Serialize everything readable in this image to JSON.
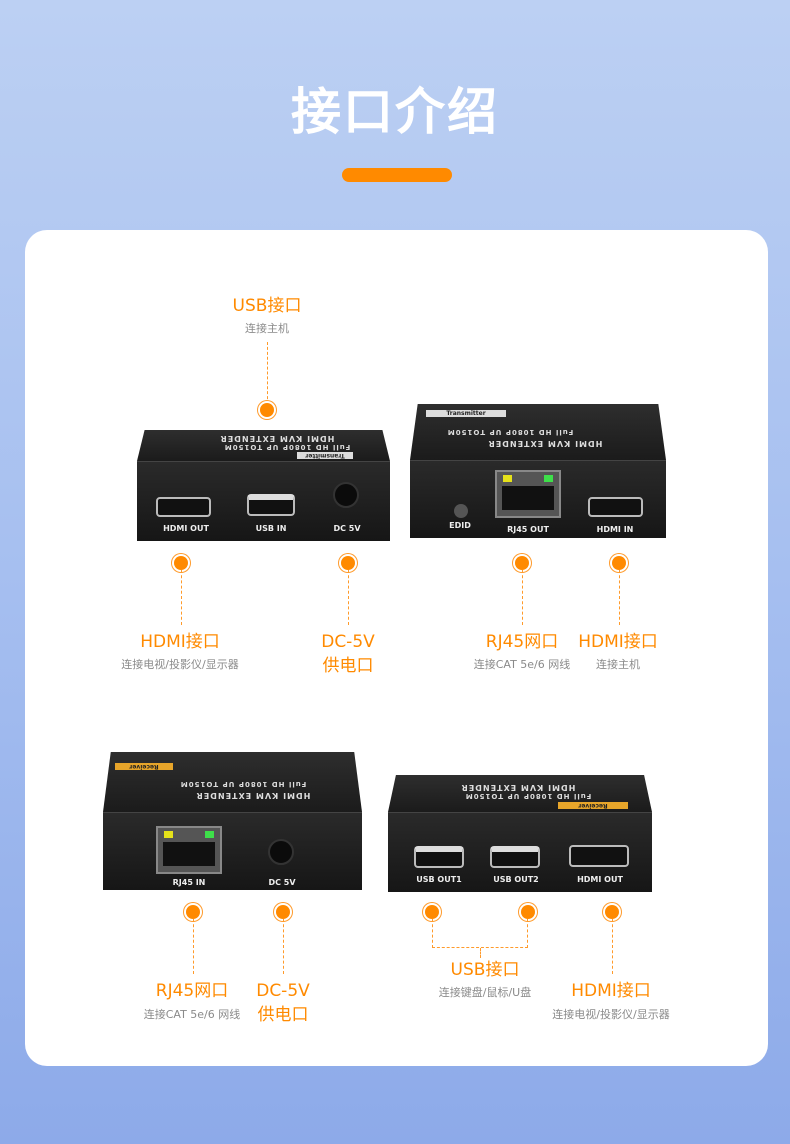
{
  "title": "接口介绍",
  "colors": {
    "accent": "#ff8a00"
  },
  "device_text": {
    "model": "HDMI KVM EXTENDER",
    "spec": "Full HD 1080P   UP TO150M",
    "transmitter": "Transmitter",
    "receiver": "Receiver"
  },
  "transmitter": {
    "ports": {
      "hdmi_out": "HDMI OUT",
      "usb_in": "USB IN",
      "dc": "DC 5V",
      "edid": "EDID",
      "rj45_out": "RJ45 OUT",
      "hdmi_in": "HDMI IN"
    },
    "callouts": [
      {
        "title": "USB接口",
        "sub": "连接主机"
      },
      {
        "title": "HDMI接口",
        "sub": "连接电视/投影仪/显示器"
      },
      {
        "title": "DC-5V",
        "sub": "供电口"
      },
      {
        "title": "RJ45网口",
        "sub": "连接CAT 5e/6 网线"
      },
      {
        "title": "HDMI接口",
        "sub": "连接主机"
      }
    ]
  },
  "receiver": {
    "ports": {
      "rj45_in": "RJ45 IN",
      "dc": "DC 5V",
      "usb_out1": "USB OUT1",
      "usb_out2": "USB OUT2",
      "hdmi_out": "HDMI OUT"
    },
    "callouts": [
      {
        "title": "RJ45网口",
        "sub": "连接CAT 5e/6 网线"
      },
      {
        "title": "DC-5V",
        "sub": "供电口"
      },
      {
        "title": "USB接口",
        "sub": "连接键盘/鼠标/U盘"
      },
      {
        "title": "HDMI接口",
        "sub": "连接电视/投影仪/显示器"
      }
    ]
  }
}
